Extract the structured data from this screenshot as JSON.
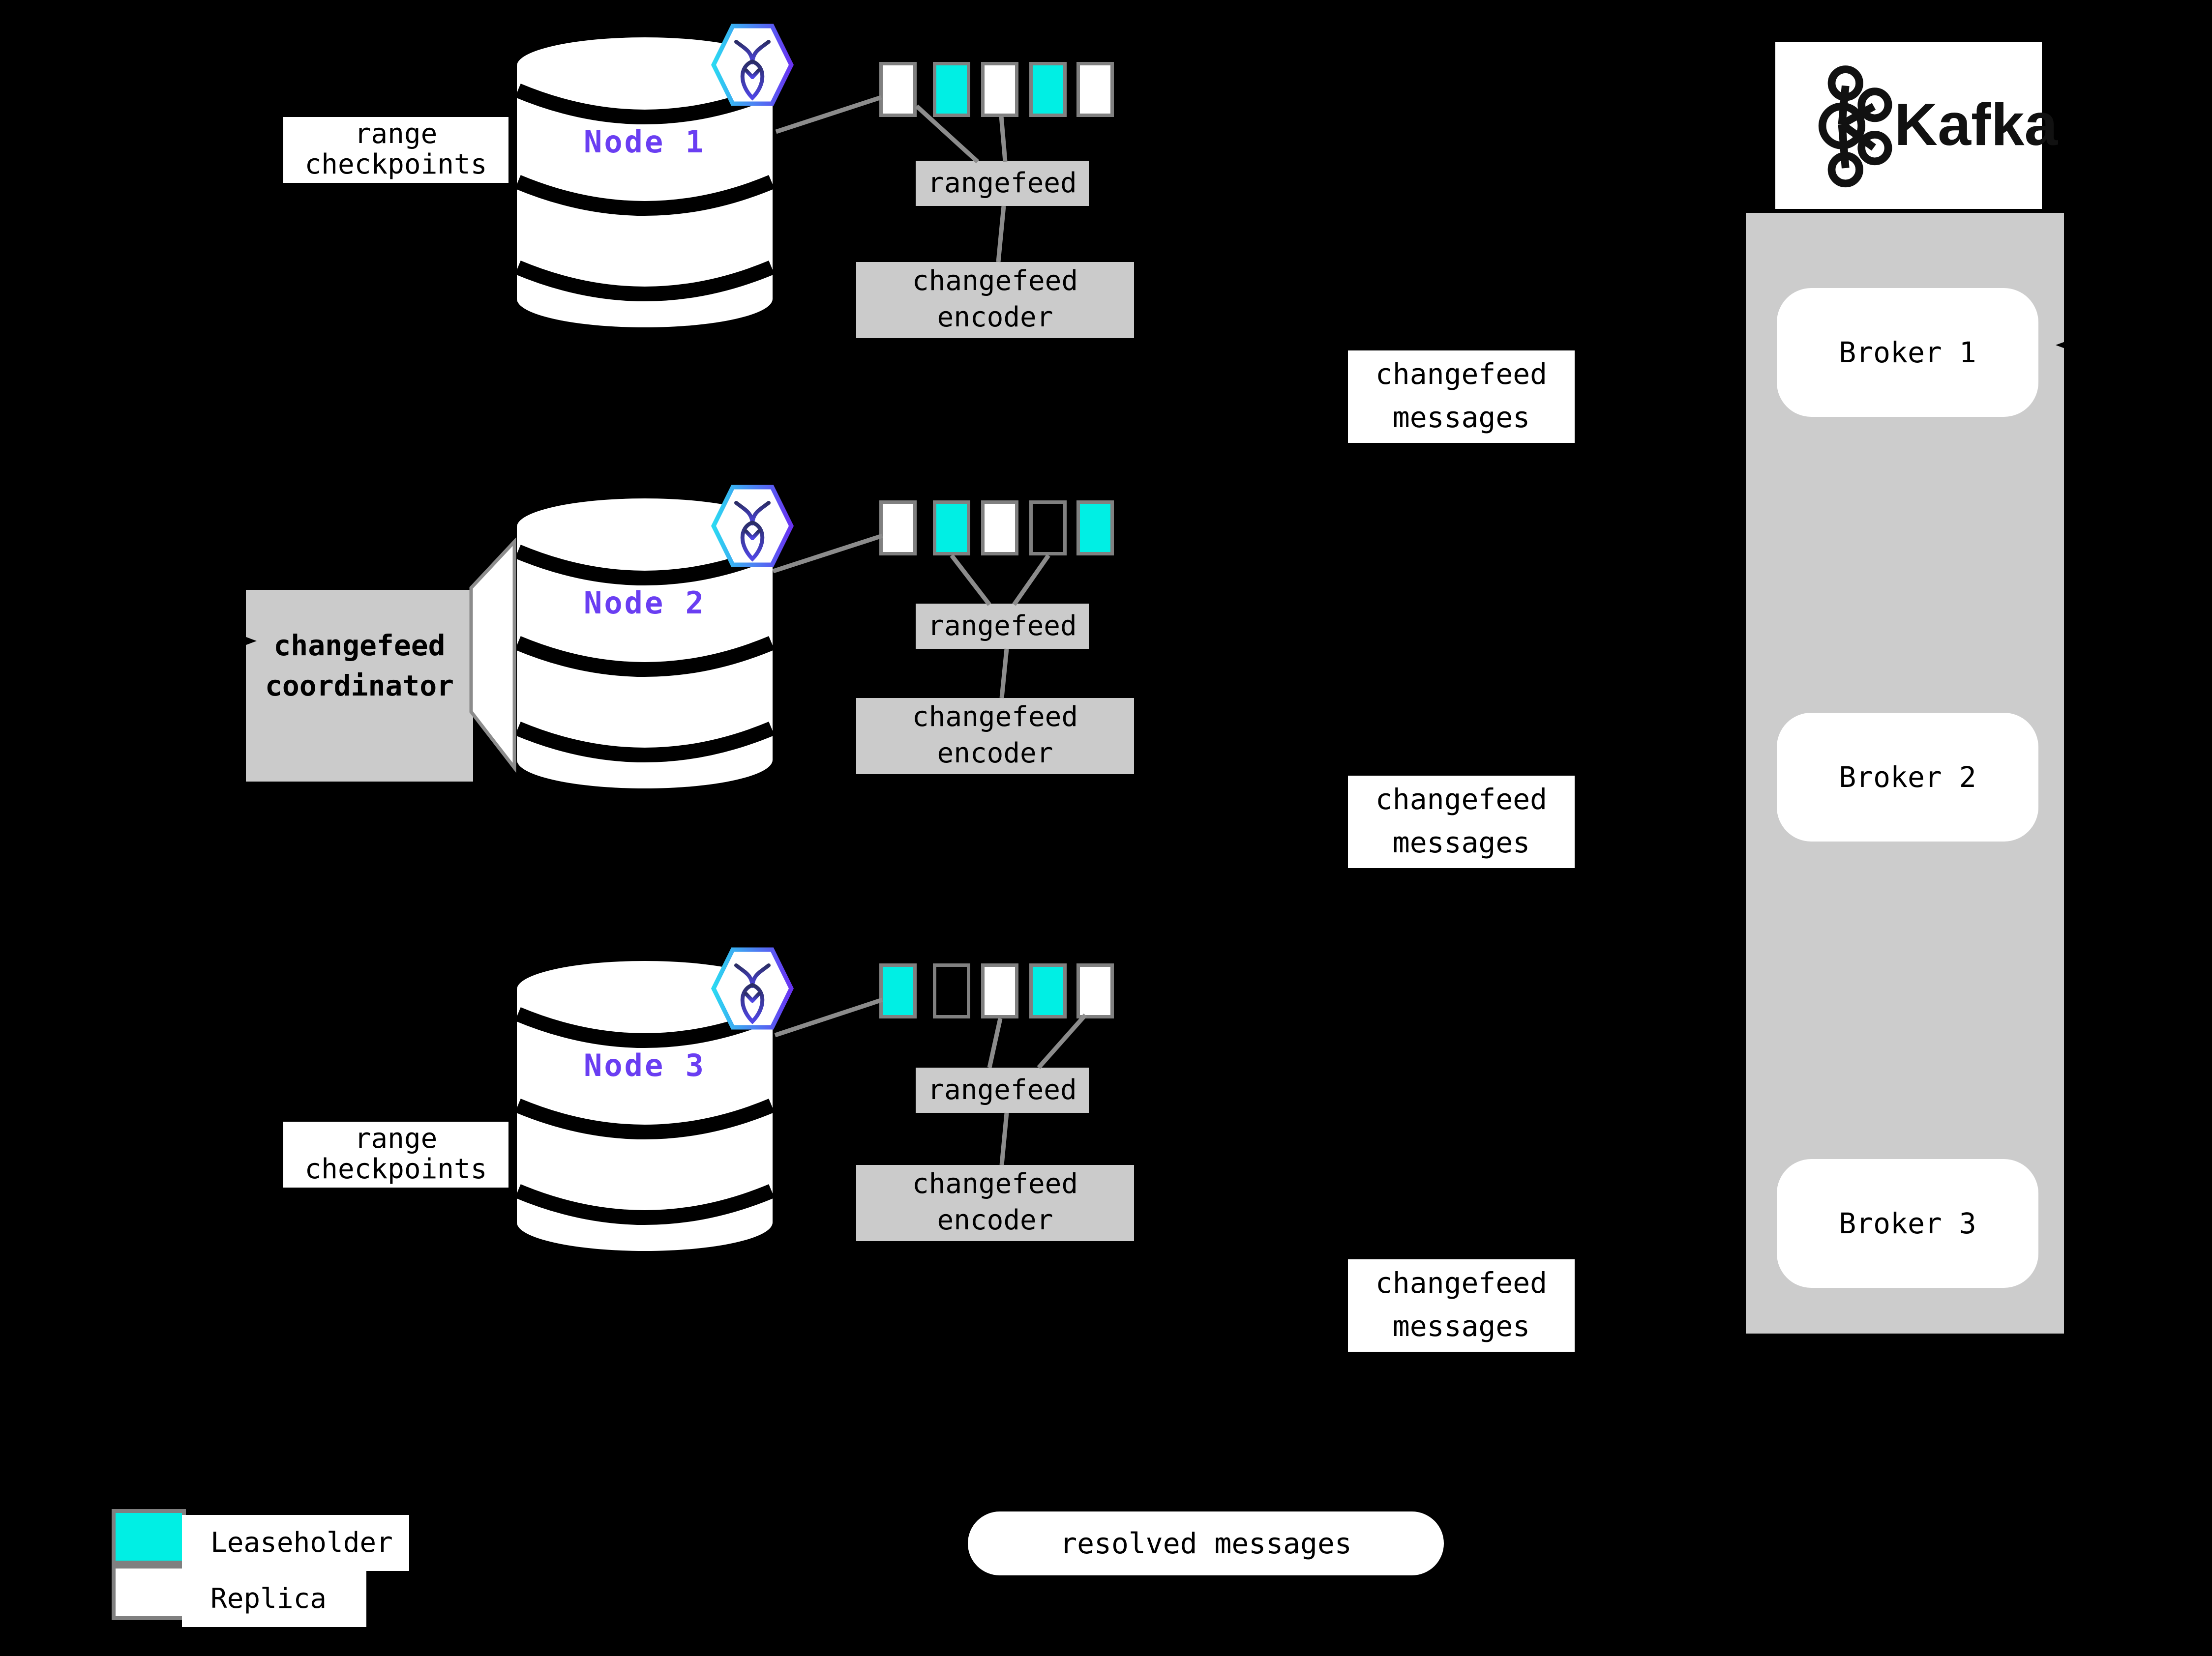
{
  "diagram": {
    "title_note": "CockroachDB changefeed to Kafka architecture",
    "nodes": [
      {
        "label": "Node 1",
        "side_label": "range checkpoints",
        "replicas": [
          "replica",
          "leaseholder",
          "replica",
          "leaseholder",
          "replica"
        ],
        "rangefeed_label": "rangefeed",
        "encoder_label": "changefeed encoder",
        "messages_label": "changefeed messages"
      },
      {
        "label": "Node 2",
        "side_label": "changefeed coordinator",
        "replicas": [
          "replica",
          "leaseholder",
          "replica",
          "none",
          "leaseholder"
        ],
        "rangefeed_label": "rangefeed",
        "encoder_label": "changefeed encoder",
        "messages_label": "changefeed messages"
      },
      {
        "label": "Node 3",
        "side_label": "range checkpoints",
        "replicas": [
          "leaseholder",
          "none",
          "replica",
          "leaseholder",
          "replica"
        ],
        "rangefeed_label": "rangefeed",
        "encoder_label": "changefeed encoder",
        "messages_label": "changefeed messages"
      }
    ],
    "kafka": {
      "wordmark": "Kafka",
      "brokers": [
        "Broker 1",
        "Broker 2",
        "Broker 3"
      ]
    },
    "resolved_label": "resolved messages",
    "legend": [
      {
        "swatch": "leaseholder",
        "label": "Leaseholder"
      },
      {
        "swatch": "replica",
        "label": "Replica"
      }
    ],
    "colors": {
      "leaseholder": "#00efe4",
      "replica": "#ffffff",
      "node_text": "#6a3ef2",
      "box_gray": "#cbcbcb",
      "container_gray": "#cccccc",
      "border_gray": "#808080",
      "line_gray": "#8c8c8c",
      "hex_start": "#2bd9f2",
      "hex_end": "#6933f2",
      "roach_start": "#2b2d66",
      "roach_end": "#4f46e5"
    }
  }
}
